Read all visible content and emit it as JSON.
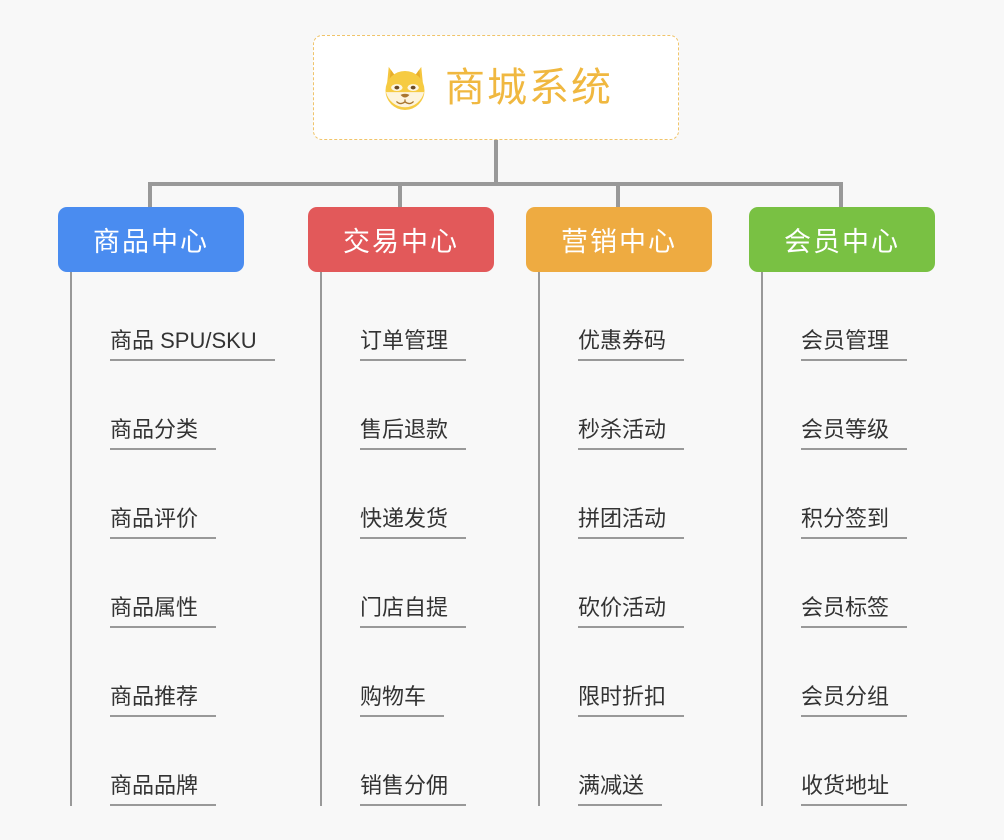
{
  "background_color": "#f8f8f8",
  "root": {
    "icon": "dog-face-emoji",
    "title": "商城系统",
    "title_color": "#f0b840",
    "border_color": "#f0c46a"
  },
  "connector_color": "#999999",
  "branches": [
    {
      "title": "商品中心",
      "color": "#4a8cf0",
      "items": [
        "商品 SPU/SKU",
        "商品分类",
        "商品评价",
        "商品属性",
        "商品推荐",
        "商品品牌"
      ]
    },
    {
      "title": "交易中心",
      "color": "#e2595a",
      "items": [
        "订单管理",
        "售后退款",
        "快递发货",
        "门店自提",
        "购物车",
        "销售分佣"
      ]
    },
    {
      "title": "营销中心",
      "color": "#eeab41",
      "items": [
        "优惠券码",
        "秒杀活动",
        "拼团活动",
        "砍价活动",
        "限时折扣",
        "满减送"
      ]
    },
    {
      "title": "会员中心",
      "color": "#79c143",
      "items": [
        "会员管理",
        "会员等级",
        "积分签到",
        "会员标签",
        "会员分组",
        "收货地址"
      ]
    }
  ]
}
